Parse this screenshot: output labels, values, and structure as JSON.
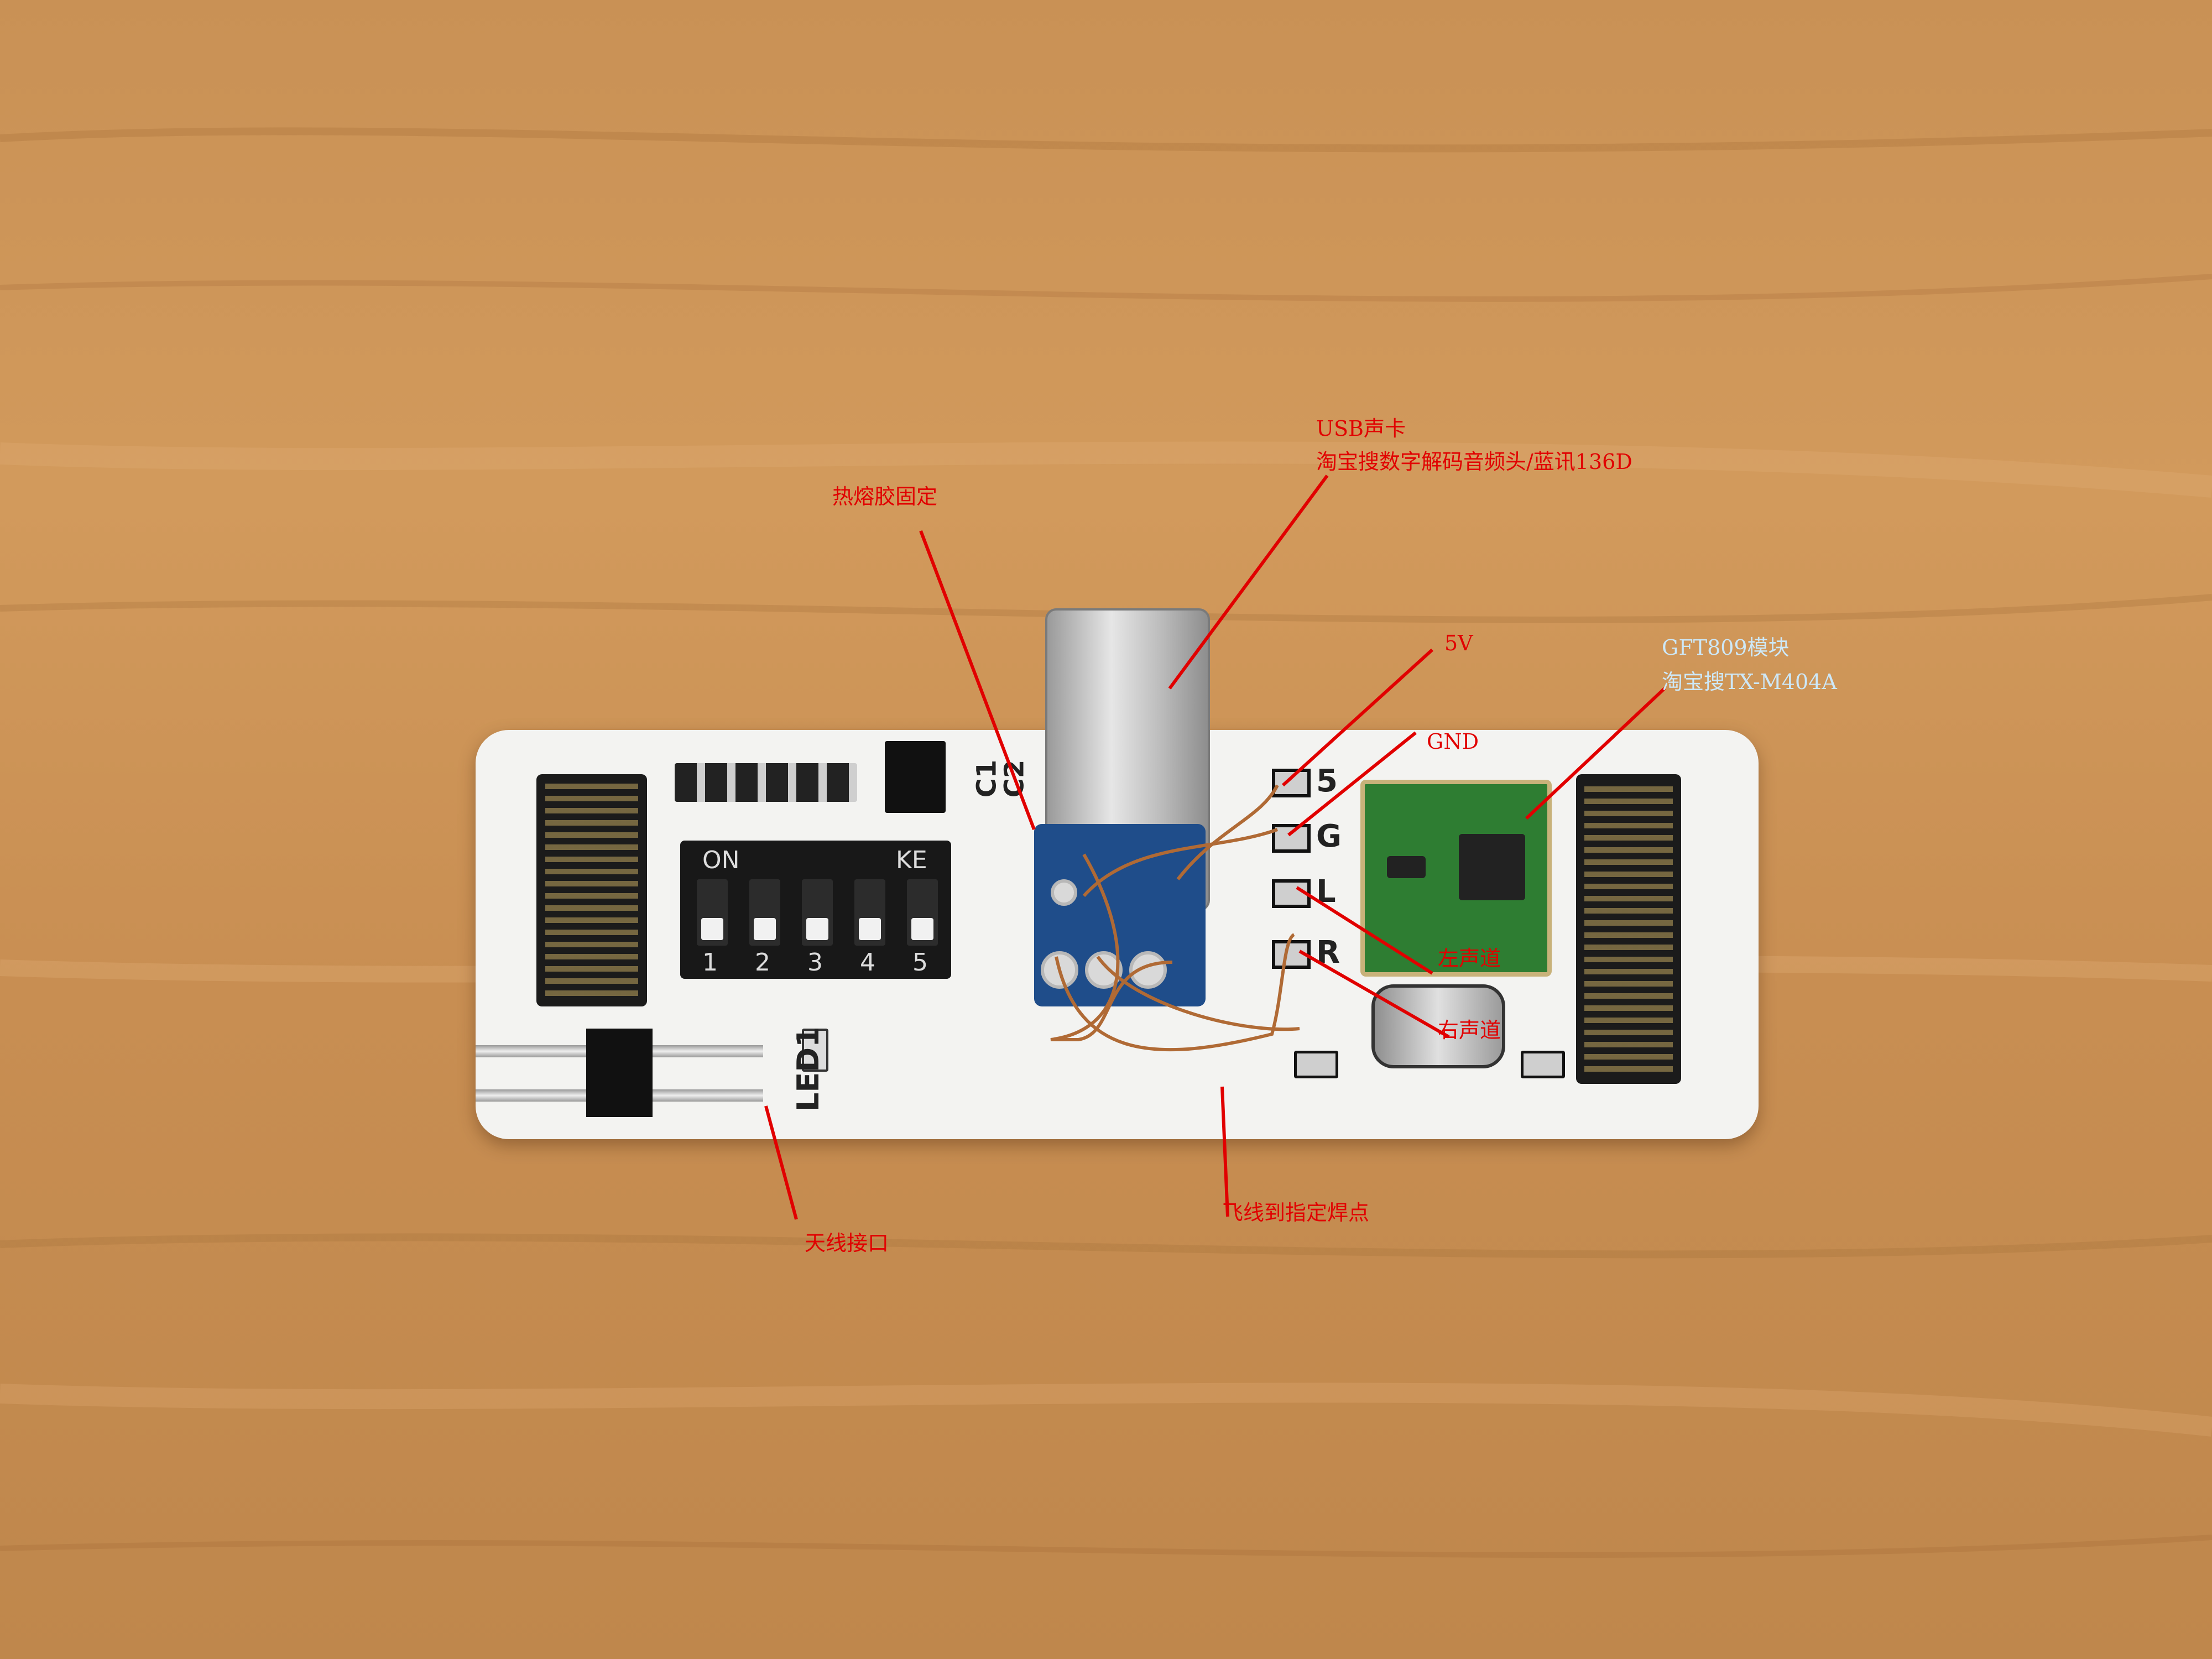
{
  "annotations": {
    "usb_card_line1": "USB声卡",
    "usb_card_line2": "淘宝搜数字解码音频头/蓝讯136D",
    "hot_glue": "热熔胶固定",
    "v5": "5V",
    "gnd": "GND",
    "module_line1": "GFT809模块",
    "module_line2": "淘宝搜TX-M404A",
    "left_channel": "左声道",
    "right_channel": "右声道",
    "antenna": "天线接口",
    "fly_wire": "飞线到指定焊点"
  },
  "pcb_silkscreen": {
    "dip_on": "ON",
    "dip_ke": "KE",
    "dip_numbers": [
      "1",
      "2",
      "3",
      "4",
      "5"
    ],
    "led": "LED1",
    "pad_5": "5",
    "pad_g": "G",
    "pad_l": "L",
    "pad_r": "R",
    "c1": "C1",
    "c2": "C2"
  },
  "colors": {
    "annotation_red": "#e10000",
    "annotation_light": "#cde8f8",
    "pcb_white": "#f3f3f1",
    "wood": "#c99155"
  }
}
